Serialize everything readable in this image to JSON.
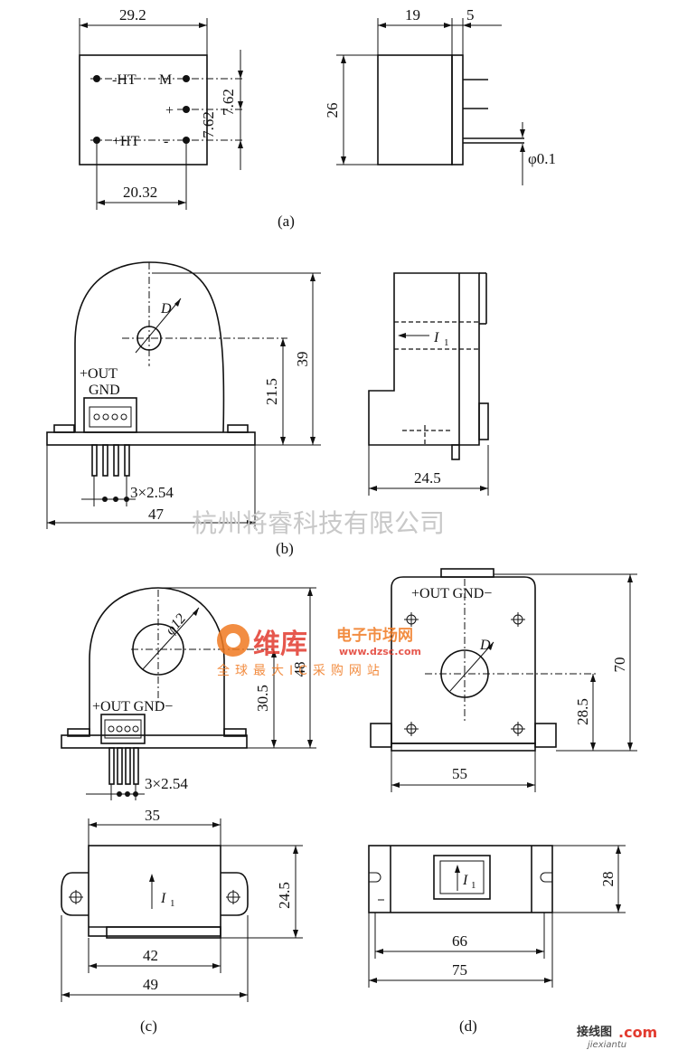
{
  "panels": {
    "a": {
      "caption": "(a)",
      "front": {
        "dims": {
          "width": "29.2",
          "pin_row": "20.32",
          "pitch_1": "7.62",
          "pitch_2": "7.62"
        },
        "pins": {
          "minus_ht": "-HT",
          "m": "M",
          "plus": "+",
          "plus_ht": "+HT",
          "minus": "-"
        }
      },
      "side": {
        "dims": {
          "depth": "19",
          "lead": "5",
          "height": "26",
          "pin_diameter": "φ0.1"
        }
      }
    },
    "b": {
      "caption": "(b)",
      "front": {
        "labels": {
          "out": "+OUT",
          "gnd": "GND",
          "bore": "D"
        },
        "dims": {
          "height": "39",
          "center": "21.5",
          "pitch": "3×2.54",
          "width": "47"
        }
      },
      "side": {
        "labels": {
          "current": "I"
        },
        "dims": {
          "depth": "24.5"
        }
      }
    },
    "c": {
      "caption": "(c)",
      "front": {
        "labels": {
          "out_gnd": "+OUT GND−"
        },
        "dims": {
          "bore": "φ12",
          "height": "48",
          "center": "30.5",
          "pitch": "3×2.54"
        }
      },
      "bottom": {
        "labels": {
          "current": "I"
        },
        "dims": {
          "top": "35",
          "height": "24.5",
          "body": "42",
          "width": "49"
        }
      }
    },
    "d": {
      "caption": "(d)",
      "front": {
        "labels": {
          "out_gnd": "+OUT GND−",
          "bore": "D"
        },
        "dims": {
          "height": "70",
          "center": "28.5",
          "base": "55"
        }
      },
      "bottom": {
        "labels": {
          "current": "I"
        },
        "dims": {
          "height": "28",
          "body": "66",
          "width": "75"
        }
      }
    }
  },
  "watermarks": {
    "company": "杭州将睿科技有限公司",
    "brand": "维库",
    "brand_sub": "电子市场网",
    "url": "www.dzsc.com",
    "slogan": "全球最大IC采购网站",
    "corner": "接线图",
    "corner_url": "jiexiantu",
    "corner_com": ".com"
  },
  "colors": {
    "line": "#111111",
    "watermark_orange": "#f07a22",
    "watermark_red": "#e23a2e",
    "watermark_gray": "#c8c8c8"
  }
}
